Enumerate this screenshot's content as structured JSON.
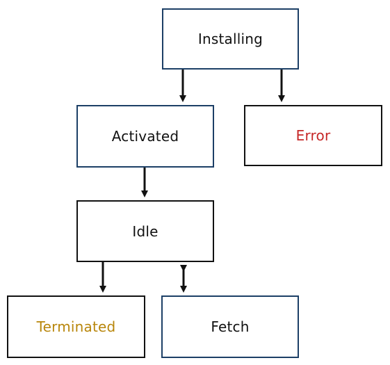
{
  "diagram": {
    "nodes": {
      "installing": {
        "label": "Installing"
      },
      "activated": {
        "label": "Activated"
      },
      "error": {
        "label": "Error"
      },
      "idle": {
        "label": "Idle"
      },
      "terminated": {
        "label": "Terminated"
      },
      "fetch": {
        "label": "Fetch"
      }
    },
    "edges": [
      {
        "from": "Installing",
        "to": "Activated",
        "direction": "forward"
      },
      {
        "from": "Installing",
        "to": "Error",
        "direction": "forward"
      },
      {
        "from": "Activated",
        "to": "Idle",
        "direction": "forward"
      },
      {
        "from": "Idle",
        "to": "Terminated",
        "direction": "forward"
      },
      {
        "from": "Idle",
        "to": "Fetch",
        "direction": "bidirectional"
      }
    ],
    "colors": {
      "text": "#111111",
      "error_text": "#c62828",
      "terminated_text": "#b8860b",
      "box_border_blue": "#1c3f66",
      "box_border_black": "#111111",
      "arrow": "#111111"
    }
  }
}
